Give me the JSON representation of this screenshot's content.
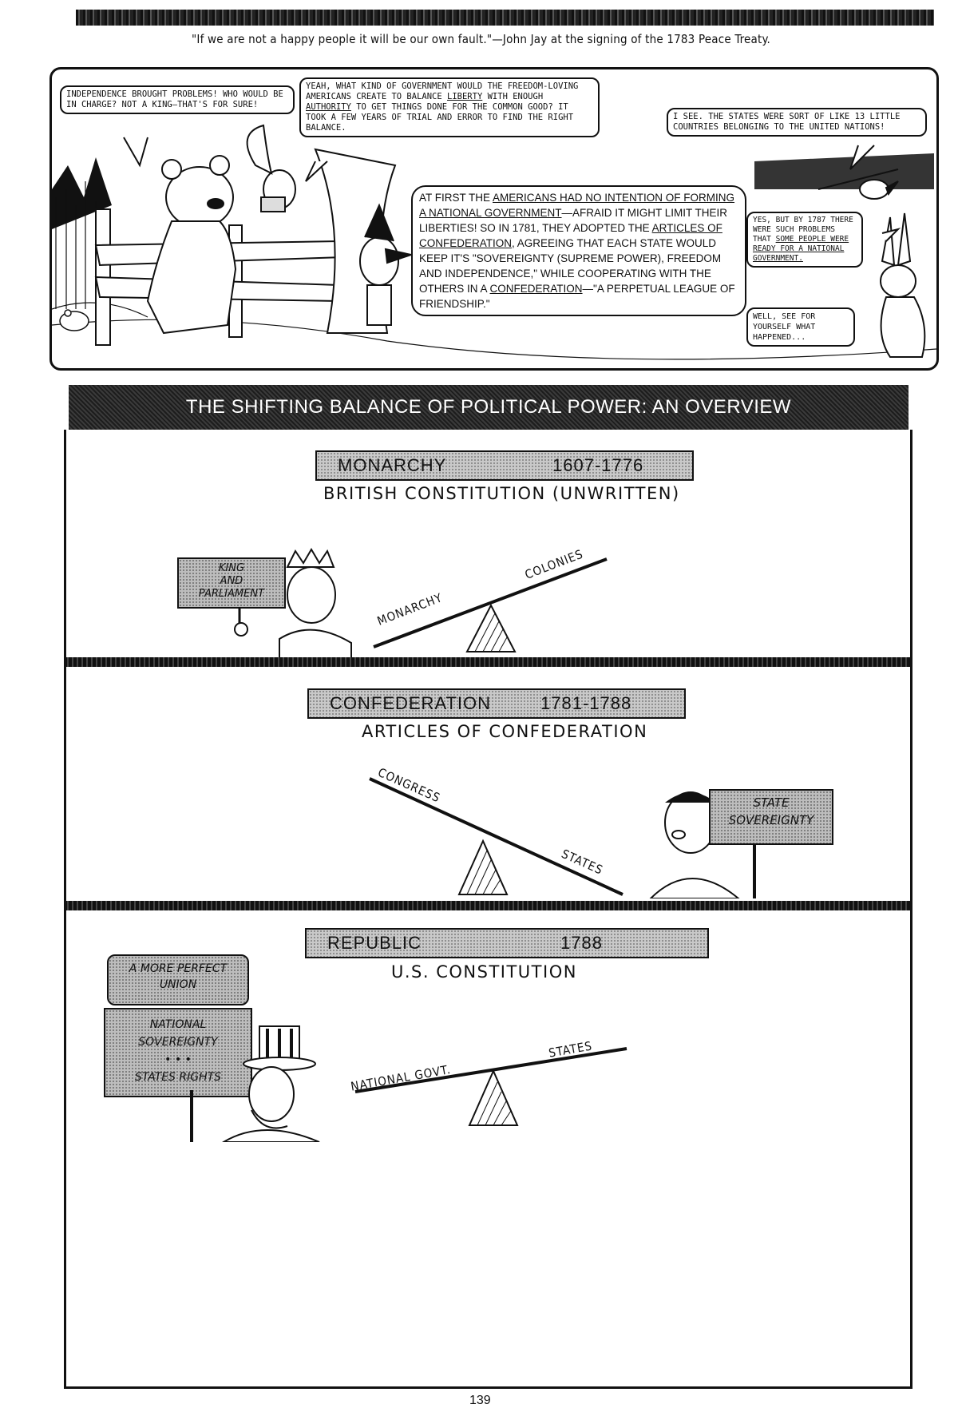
{
  "header": {
    "quote": "\"If we are not a happy people it will be our own fault.\"—John Jay at the signing of the 1783 Peace Treaty."
  },
  "comic": {
    "bubble1": "INDEPENDENCE BROUGHT PROBLEMS! WHO WOULD BE IN CHARGE? NOT A KING—THAT'S FOR SURE!",
    "bubble2_a": "YEAH, WHAT KIND OF GOVERNMENT WOULD THE FREEDOM-LOVING AMERICANS CREATE TO BALANCE ",
    "bubble2_liberty": "LIBERTY",
    "bubble2_b": " WITH ENOUGH ",
    "bubble2_authority": "AUTHORITY",
    "bubble2_c": " TO GET THINGS DONE FOR THE COMMON GOOD? IT TOOK A FEW YEARS OF TRIAL AND ERROR TO FIND THE RIGHT BALANCE.",
    "bubble3": "I SEE. THE STATES WERE SORT OF LIKE 13 LITTLE COUNTRIES BELONGING TO THE UNITED NATIONS!",
    "narration_a": "AT FIRST THE ",
    "narration_u1": "AMERICANS HAD NO INTENTION OF FORMING A NATIONAL GOVERNMENT",
    "narration_b": "—AFRAID IT MIGHT LIMIT THEIR LIBERTIES! SO IN 1781, THEY ADOPTED THE ",
    "narration_u2": "ARTICLES OF CONFEDERATION",
    "narration_c": ", AGREEING THAT EACH STATE WOULD KEEP IT'S \"SOVEREIGNTY (SUPREME POWER), FREEDOM AND INDEPENDENCE,\" WHILE COOPERATING WITH THE OTHERS IN A ",
    "narration_u3": "CONFEDERATION",
    "narration_d": "—\"A PERPETUAL LEAGUE OF FRIENDSHIP.\"",
    "bubble4_a": "YES, BUT BY 1787 THERE WERE SUCH PROBLEMS THAT ",
    "bubble4_u": "SOME PEOPLE WERE READY FOR A NATIONAL GOVERNMENT.",
    "bubble5": "WELL, SEE FOR YOURSELF WHAT HAPPENED..."
  },
  "overview": {
    "title": "THE SHIFTING BALANCE OF POLITICAL POWER:  AN OVERVIEW",
    "sections": [
      {
        "era": "MONARCHY",
        "years": "1607-1776",
        "document": "BRITISH CONSTITUTION (UNWRITTEN)",
        "left_label": "MONARCHY",
        "right_label": "COLONIES",
        "sign": [
          "KING",
          "AND",
          "PARLIAMENT"
        ]
      },
      {
        "era": "CONFEDERATION",
        "years": "1781-1788",
        "document": "ARTICLES OF CONFEDERATION",
        "left_label": "CONGRESS",
        "right_label": "STATES",
        "sign": [
          "STATE",
          "SOVEREIGNTY"
        ]
      },
      {
        "era": "REPUBLIC",
        "years": "1788",
        "document": "U.S. CONSTITUTION",
        "left_label": "NATIONAL GOVT.",
        "right_label": "STATES",
        "sign_top": [
          "A MORE PERFECT",
          "UNION"
        ],
        "sign": [
          "NATIONAL",
          "SOVEREIGNTY",
          "• • •",
          "STATES RIGHTS"
        ]
      }
    ]
  },
  "page_number": "139"
}
